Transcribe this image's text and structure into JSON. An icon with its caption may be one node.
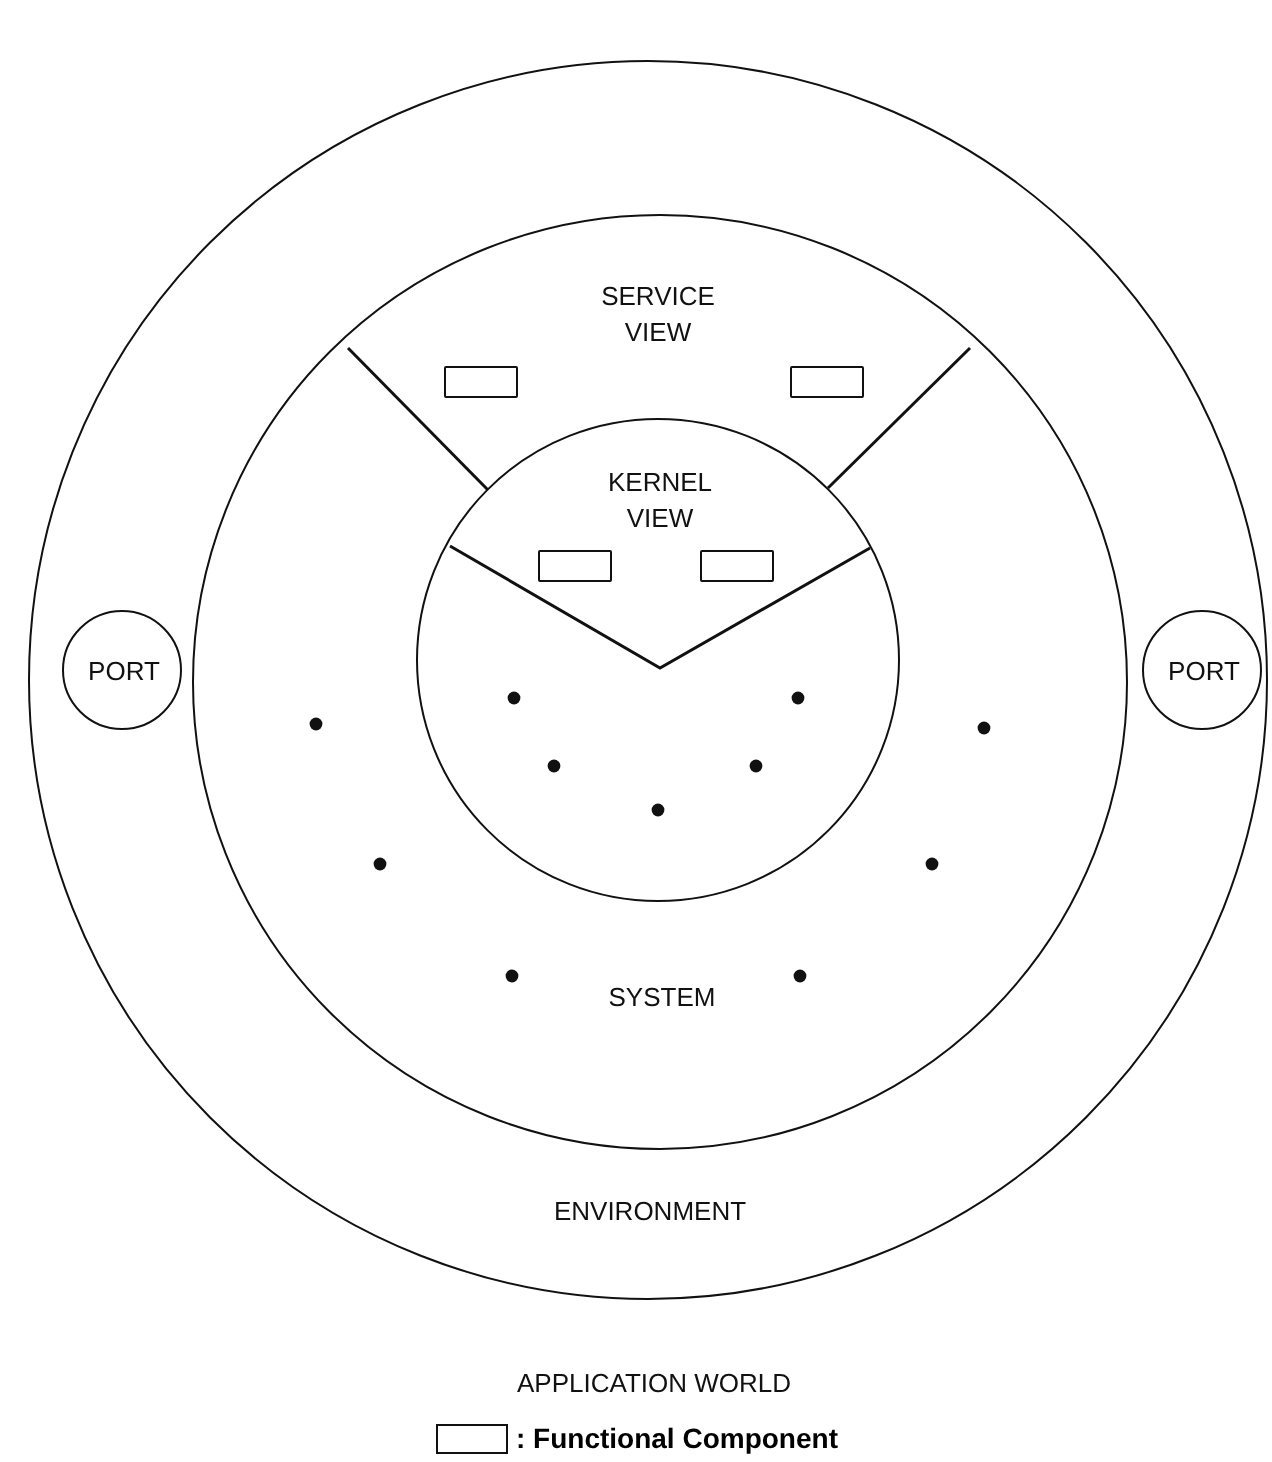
{
  "diagram": {
    "nodes": [
      {
        "text": [
          "ENVIRONMENT"
        ]
      },
      {
        "text": [
          "PORT"
        ],
        "in": 0
      },
      {
        "text": [
          "PORT"
        ],
        "in": 0
      },
      {
        "text": [
          "SYSTEM"
        ],
        "in": 0
      },
      {
        "text": [
          "SERVICE VIEW"
        ],
        "in": 3
      },
      {
        "text": [],
        "shape": "box",
        "in": 4
      },
      {
        "text": [],
        "shape": "box",
        "in": 4
      },
      {
        "text": [],
        "shape": "circle",
        "in": 3
      },
      {
        "text": [
          "KERNEL VIEW"
        ],
        "in": 7
      },
      {
        "text": [],
        "shape": "box",
        "in": 8
      },
      {
        "text": [],
        "shape": "box",
        "in": 8
      }
    ],
    "edges": [],
    "labels": [
      "APPLICATION WORLD"
    ],
    "legend": [
      {
        "text": ": Functional Component"
      }
    ]
  }
}
